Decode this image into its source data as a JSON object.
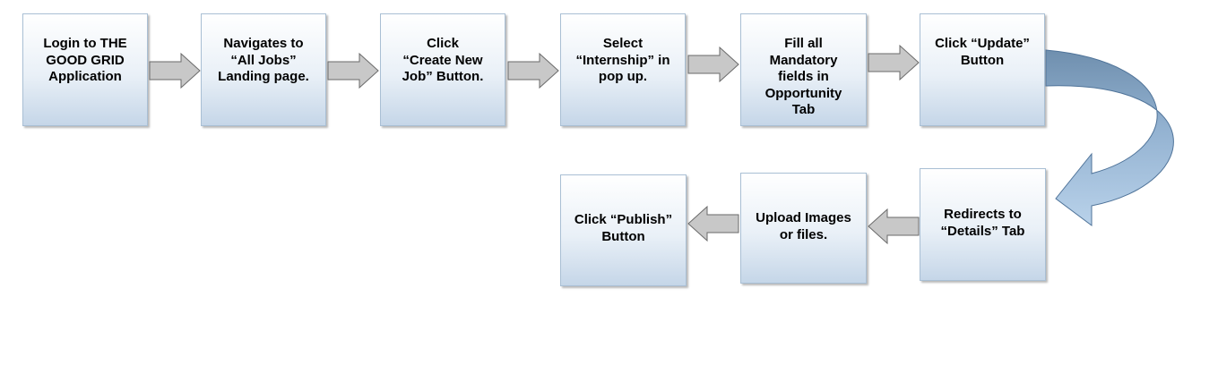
{
  "steps": [
    {
      "label": "Login to THE\nGOOD GRID\nApplication"
    },
    {
      "label": "Navigates to\n“All Jobs”\nLanding page."
    },
    {
      "label": "Click\n“Create New\nJob” Button."
    },
    {
      "label": "Select\n“Internship” in\npop up."
    },
    {
      "label": "Fill all\nMandatory\nfields in\nOpportunity\nTab"
    },
    {
      "label": "Click “Update”\nButton"
    },
    {
      "label": "Redirects to\n“Details” Tab"
    },
    {
      "label": "Upload Images\nor files."
    },
    {
      "label": "Click “Publish”\nButton"
    }
  ],
  "colors": {
    "box_border": "#a9bfd4",
    "box_fill_top": "#ffffff",
    "box_fill_bottom": "#c5d6e8",
    "arrow_fill": "#c8c8c8",
    "curve_arrow_dark": "#6f8fae",
    "curve_arrow_light": "#b9d2ea"
  }
}
